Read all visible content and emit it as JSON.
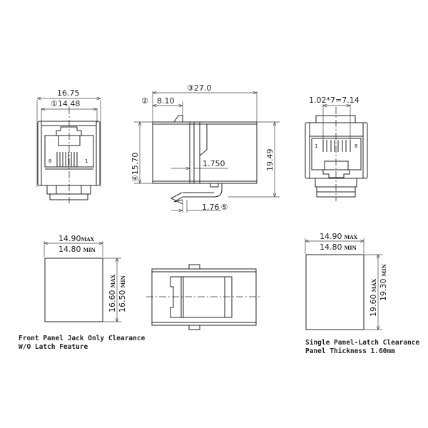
{
  "front_view": {
    "overall_width": "16.75",
    "inner_width": "14.48",
    "inner_width_marker": "①",
    "pin_left": "8",
    "pin_right": "1"
  },
  "side_view": {
    "overall_length": "27.0",
    "overall_length_marker": "③",
    "latch_offset": "8.10",
    "latch_offset_marker": "②",
    "body_height": "15.70",
    "body_height_marker": "④",
    "overall_height": "19.49",
    "wall_thickness": "1.750",
    "latch_thickness": "1.76",
    "latch_thickness_marker": "⑤"
  },
  "rear_view": {
    "pin_pitch": "1.02*7=7.14",
    "pin_left": "1",
    "pin_right": "8"
  },
  "cutout_front_panel": {
    "width_max": "14.90",
    "width_max_label": "MAX",
    "width_min": "14.80",
    "width_min_label": "MIN",
    "height_max": "16.60",
    "height_max_label": "MAX",
    "height_min": "16.50",
    "height_min_label": "MIN",
    "caption_line1": "Front Panel Jack Only Clearance",
    "caption_line2": "W/O Latch Feature"
  },
  "cutout_single_panel": {
    "width_max": "14.90",
    "width_max_label": "MAX",
    "width_min": "14.80",
    "width_min_label": "MIN",
    "height_max": "19.60",
    "height_max_label": "MAX",
    "height_min": "19.30",
    "height_min_label": "MIN",
    "caption_line1": "Single Panel-Latch Clearance",
    "caption_line2": "Panel Thickness 1.60mm"
  }
}
